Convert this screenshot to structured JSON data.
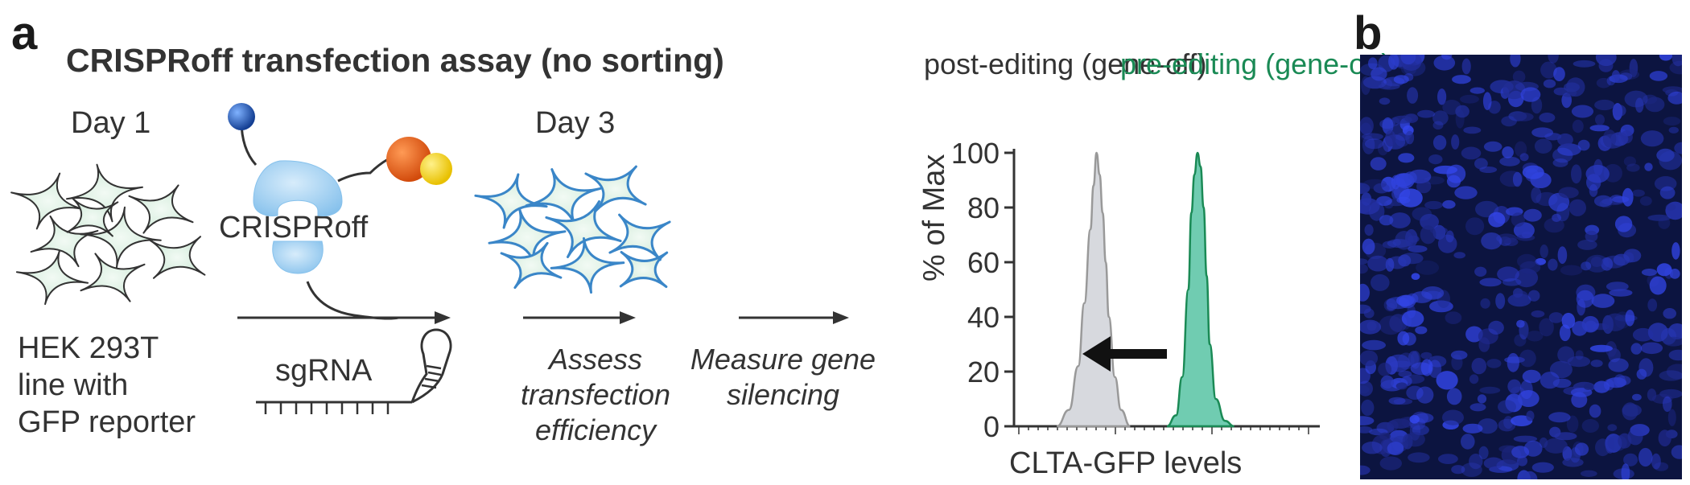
{
  "panel_a": {
    "letter": "a",
    "title": "CRISPRoff transfection assay (no sorting)",
    "day1": "Day 1",
    "day3": "Day 3",
    "cell_line_label": [
      "HEK 293T",
      "line with",
      "GFP reporter"
    ],
    "crisproff_label": "CRISPRoff",
    "sgrna_label": "sgRNA",
    "step_assess": [
      "Assess",
      "transfection",
      "efficiency"
    ],
    "step_measure": [
      "Measure gene",
      "silencing"
    ]
  },
  "panel_b": {
    "letter": "b"
  },
  "colors": {
    "cell_fill": "#dcefe3",
    "cell_stroke_day1": "#333333",
    "cell_stroke_day3": "#3a86c8",
    "protein_blue": "#8ec5ee",
    "domain_dark_blue": "#1f4fa3",
    "domain_orange": "#e8601c",
    "domain_yellow": "#f6d327",
    "post_editing": "#999999",
    "pre_editing": "#1a8a55",
    "image_bg": "#0c1440"
  },
  "chart_data": {
    "type": "area",
    "xlabel": "CLTA-GFP levels",
    "ylabel": "% of Max",
    "yticks": [
      0,
      20,
      40,
      60,
      80,
      100
    ],
    "ylim": [
      0,
      100
    ],
    "legend_position": "top",
    "series": [
      {
        "name": "post-editing (gene-off)",
        "color": "#999999",
        "fill": "#d3d5da",
        "peak_x": 0.27,
        "spread": 0.045,
        "x": [
          0.14,
          0.18,
          0.21,
          0.23,
          0.25,
          0.26,
          0.27,
          0.28,
          0.29,
          0.3,
          0.31,
          0.33,
          0.35,
          0.38
        ],
        "values": [
          0,
          6,
          22,
          45,
          72,
          88,
          100,
          92,
          78,
          60,
          40,
          18,
          6,
          0
        ]
      },
      {
        "name": "pre-editing (gene-on)",
        "color": "#1a8a55",
        "fill": "#57c3a3",
        "peak_x": 0.6,
        "spread": 0.03,
        "x": [
          0.5,
          0.53,
          0.55,
          0.57,
          0.58,
          0.59,
          0.6,
          0.61,
          0.62,
          0.63,
          0.64,
          0.66,
          0.69,
          0.72
        ],
        "values": [
          0,
          4,
          18,
          50,
          78,
          92,
          100,
          95,
          80,
          55,
          30,
          10,
          2,
          0
        ]
      }
    ],
    "annotation": "arrow from pre-editing peak toward post-editing peak"
  }
}
